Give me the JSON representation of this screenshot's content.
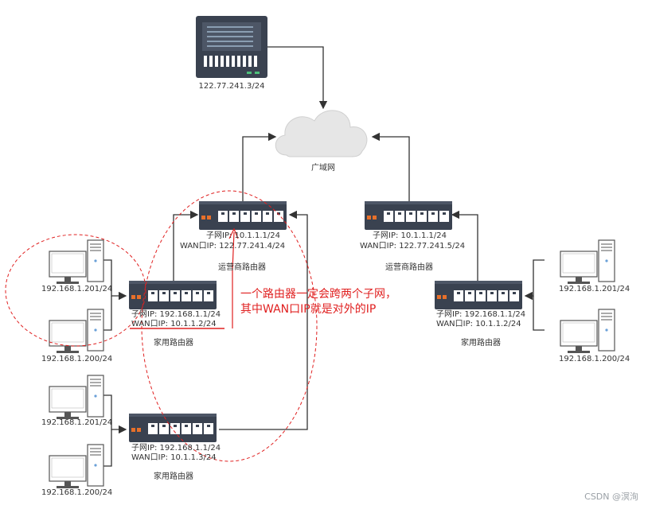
{
  "server": {
    "ip": "122.77.241.3/24"
  },
  "cloud": {
    "label": "广域网"
  },
  "isp_router_left": {
    "subnet": "子网IP:   10.1.1.1/24",
    "wan": "WAN口IP: 122.77.241.4/24",
    "label": "运营商路由器"
  },
  "isp_router_right": {
    "subnet": "子网IP:   10.1.1.1/24",
    "wan": "WAN口IP:   122.77.241.5/24",
    "label": "运营商路由器"
  },
  "home_router_1": {
    "subnet": "子网IP:   192.168.1.1/24",
    "wan": "WAN口IP:  10.1.1.2/24",
    "label": "家用路由器"
  },
  "home_router_2": {
    "subnet": "子网IP:   192.168.1.1/24",
    "wan": "WAN口IP:  10.1.1.3/24",
    "label": "家用路由器"
  },
  "home_router_3": {
    "subnet": "子网IP:   192.168.1.1/24",
    "wan": "WAN口IP:  10.1.1.2/24",
    "label": "家用路由器"
  },
  "pcs": {
    "a": "192.168.1.201/24",
    "b": "192.168.1.200/24",
    "c": "192.168.1.201/24",
    "d": "192.168.1.200/24",
    "e": "192.168.1.201/24",
    "f": "192.168.1.200/24"
  },
  "annotation": {
    "line1": "一个路由器一定会跨两个子网，",
    "line2": "其中WAN口IP就是对外的IP"
  },
  "watermark": "CSDN @溟洵",
  "colors": {
    "router": "#3a4250",
    "port": "#ffffff",
    "led": "#e8702a",
    "annotation": "#e02020",
    "cloud": "#e6e6e6",
    "line": "#333333"
  }
}
